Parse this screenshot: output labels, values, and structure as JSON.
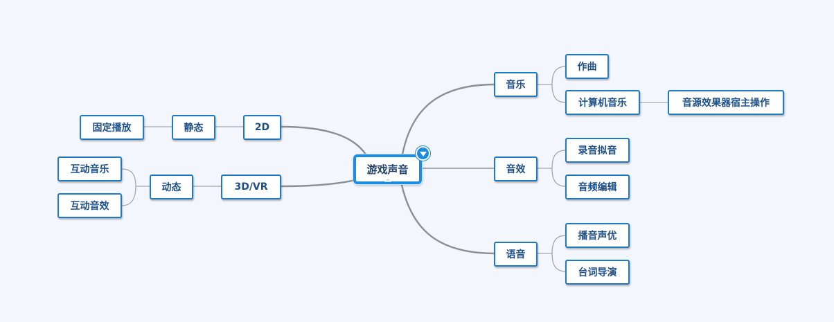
{
  "mindmap": {
    "root": {
      "label": "游戏声音"
    },
    "right_branches": [
      {
        "label": "音乐",
        "children": [
          {
            "label": "作曲"
          },
          {
            "label": "计算机音乐",
            "children": [
              {
                "label": "音源效果器宿主操作"
              }
            ]
          }
        ]
      },
      {
        "label": "音效",
        "children": [
          {
            "label": "录音拟音"
          },
          {
            "label": "音频编辑"
          }
        ]
      },
      {
        "label": "语音",
        "children": [
          {
            "label": "播音声优"
          },
          {
            "label": "台词导演"
          }
        ]
      }
    ],
    "left_branches": [
      {
        "label": "2D",
        "children": [
          {
            "label": "静态",
            "children": [
              {
                "label": "固定播放"
              }
            ]
          }
        ]
      },
      {
        "label": "3D/VR",
        "children": [
          {
            "label": "动态",
            "children": [
              {
                "label": "互动音乐"
              },
              {
                "label": "互动音效"
              }
            ]
          }
        ]
      }
    ]
  },
  "colors": {
    "background": "#f3f6fc",
    "node_border": "#1f7ac4",
    "root_border": "#1a8de0",
    "node_text": "#1d4f86",
    "main_link": "#8a8f96",
    "sub_link": "#a3a7ad"
  },
  "icons": {
    "collapse_toggle": "triangle-down-icon"
  }
}
